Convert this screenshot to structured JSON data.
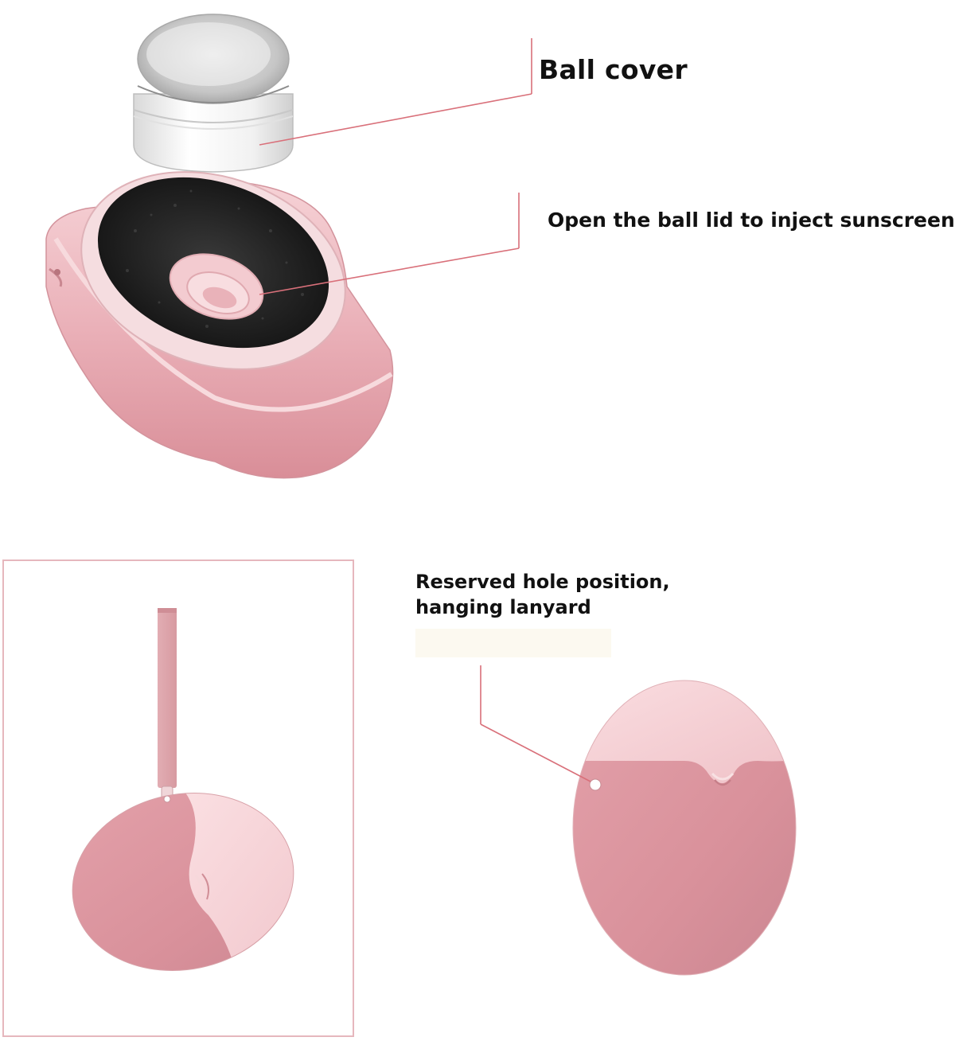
{
  "callouts": {
    "ball_cover": "Ball cover",
    "inject": "Open the ball lid to inject sunscreen",
    "hole_line1": "Reserved hole position,",
    "hole_line2": "hanging lanyard"
  },
  "colors": {
    "pink_body": "#e9a9b1",
    "pink_light": "#f3c9cd",
    "pink_dark": "#d98f98",
    "sponge": "#1c1c1c",
    "leader_line": "#d9707a",
    "frame_border": "#e6b7bd",
    "cap_white": "#f2f2f2"
  },
  "icons": {
    "product": "egg-shaped-sunscreen-applicator"
  }
}
